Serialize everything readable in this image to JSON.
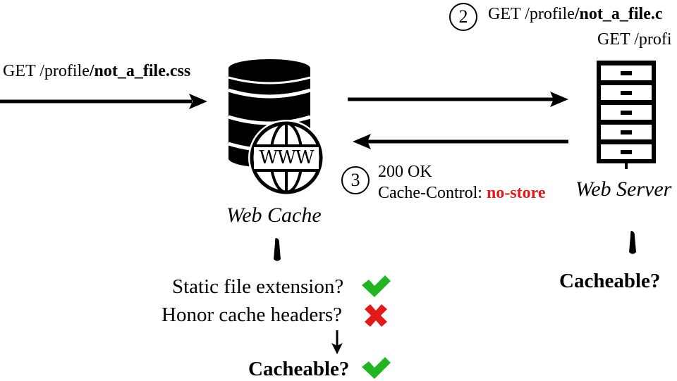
{
  "client_request": {
    "prefix": "GET /profile",
    "bold": "/not_a_file.css"
  },
  "step2": {
    "number": "2",
    "prefix": "GET /profile",
    "bold": "/not_a_file.c"
  },
  "origin_request": {
    "text": "GET /profi"
  },
  "step3": {
    "number": "3",
    "status": "200 OK",
    "header_prefix": "Cache-Control: ",
    "header_value": "no-store"
  },
  "cache": {
    "label": "Web Cache",
    "globe_text": "WWW",
    "checks": [
      {
        "text": "Static file extension?",
        "result": "check"
      },
      {
        "text": "Honor cache headers?",
        "result": "cross"
      }
    ],
    "conclusion": "Cacheable?",
    "conclusion_result": "check"
  },
  "server": {
    "label": "Web Server",
    "conclusion": "Cacheable?"
  },
  "colors": {
    "check": "#22b422",
    "cross": "#e01b1b",
    "ink": "#000000"
  },
  "icons": [
    "database-icon",
    "globe-icon",
    "server-rack-icon",
    "check-icon",
    "cross-icon",
    "arrow-right-icon",
    "arrow-left-icon",
    "arrow-down-icon",
    "pin-marker-icon"
  ]
}
